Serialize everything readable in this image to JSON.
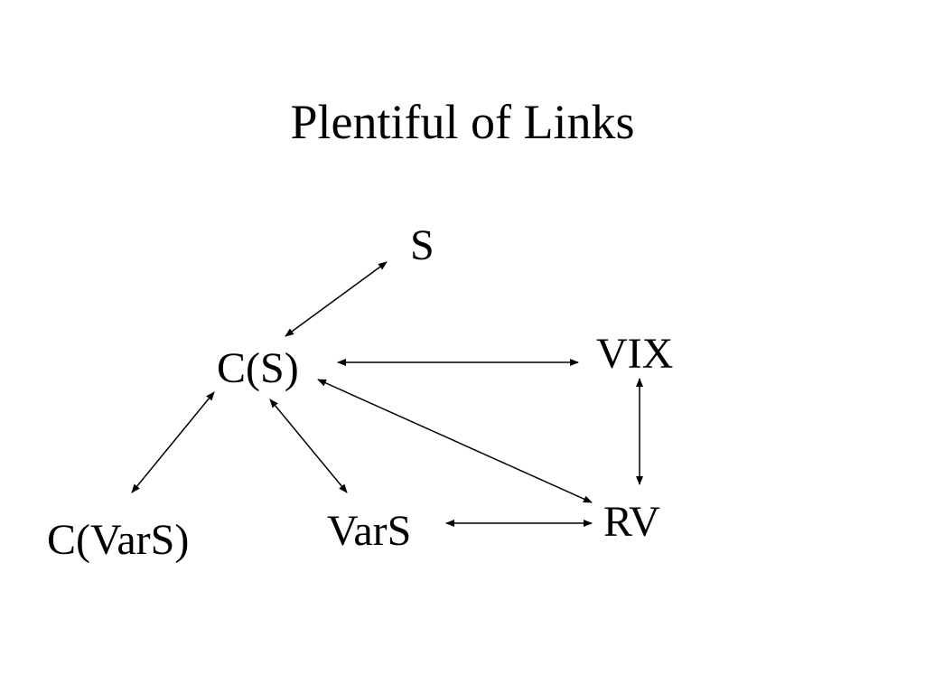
{
  "title": "Plentiful of Links",
  "colors": {
    "background": "#ffffff",
    "text": "#000000",
    "arrow": "#000000"
  },
  "nodes": {
    "s": "S",
    "cs": "C(S)",
    "vix": "VIX",
    "cvars": "C(VarS)",
    "vars": "VarS",
    "rv": "RV"
  },
  "links": [
    {
      "from": "C(S)",
      "to": "S",
      "direction": "bidirectional"
    },
    {
      "from": "C(S)",
      "to": "VIX",
      "direction": "bidirectional"
    },
    {
      "from": "C(S)",
      "to": "RV",
      "direction": "bidirectional"
    },
    {
      "from": "C(S)",
      "to": "C(VarS)",
      "direction": "bidirectional"
    },
    {
      "from": "C(S)",
      "to": "VarS",
      "direction": "bidirectional"
    },
    {
      "from": "VIX",
      "to": "RV",
      "direction": "bidirectional"
    },
    {
      "from": "VarS",
      "to": "RV",
      "direction": "bidirectional"
    }
  ]
}
